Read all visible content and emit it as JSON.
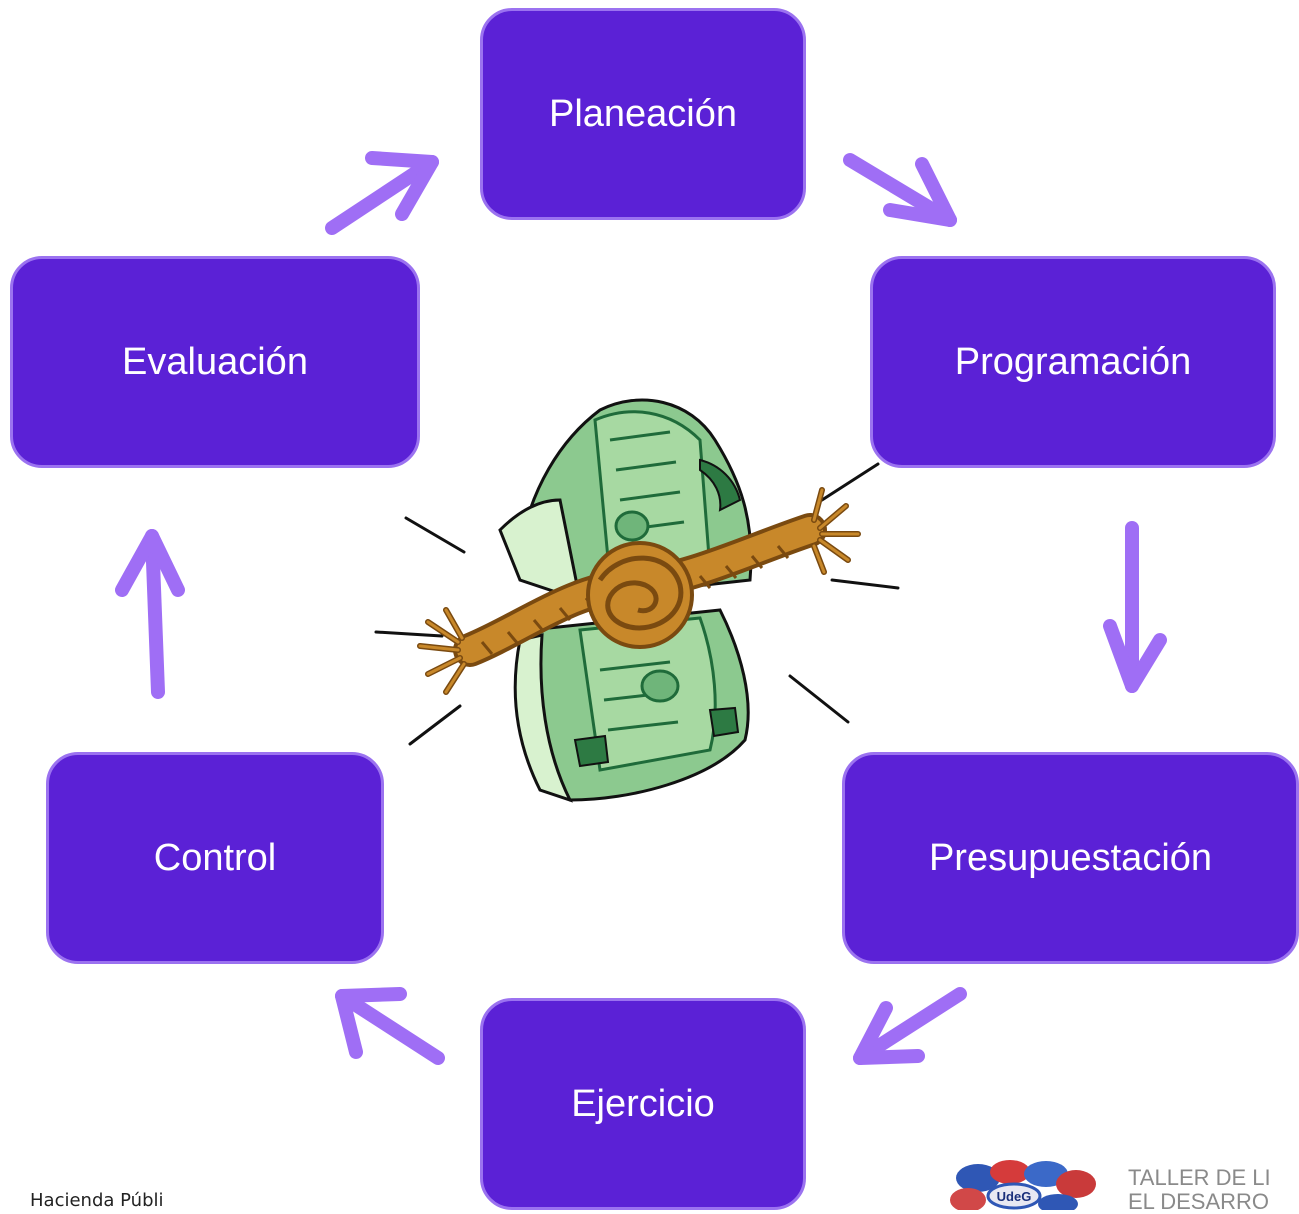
{
  "cycle": {
    "steps": [
      {
        "label": "Planeación"
      },
      {
        "label": "Programación"
      },
      {
        "label": "Presupuestación"
      },
      {
        "label": "Ejercicio"
      },
      {
        "label": "Control"
      },
      {
        "label": "Evaluación"
      }
    ],
    "colors": {
      "box_fill": "#5b21d6",
      "box_border": "#9b72f0",
      "arrow": "#9f6ef5",
      "text": "#ffffff"
    }
  },
  "center_image": {
    "icon": "tied-money-bundle-icon"
  },
  "footer": {
    "left_text": "Hacienda Públi",
    "right_line1": "TALLER DE LI",
    "right_line2": "EL DESARRO",
    "logo_text": "UdeG"
  }
}
